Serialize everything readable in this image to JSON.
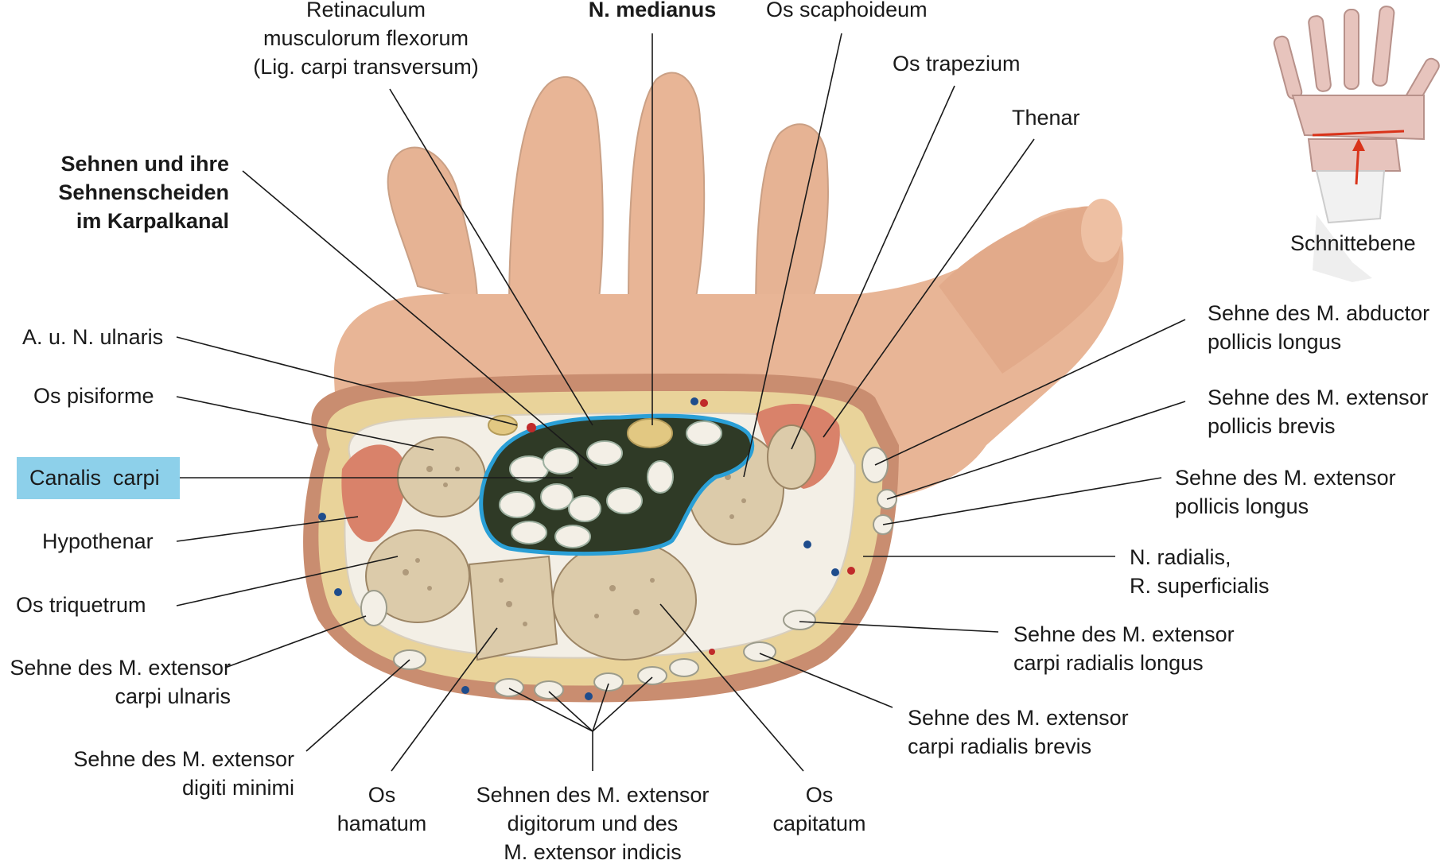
{
  "labels": {
    "retinaculum": "Retinaculum\nmusculorum flexorum\n(Lig. carpi transversum)",
    "n_medianus": "N. medianus",
    "os_scaphoideum": "Os scaphoideum",
    "os_trapezium": "Os trapezium",
    "thenar": "Thenar",
    "sehnen_karpalkanal": "Sehnen und ihre\nSehnenscheiden\nim Karpalkanal",
    "a_n_ulnaris": "A. u. N. ulnaris",
    "os_pisiforme": "Os pisiforme",
    "canalis_carpi": "Canalis  carpi",
    "hypothenar": "Hypothenar",
    "os_triquetrum": "Os triquetrum",
    "ext_carpi_ulnaris": "Sehne des M. extensor\ncarpi ulnaris",
    "ext_digiti_minimi": "Sehne des M. extensor\ndigiti minimi",
    "os_hamatum": "Os\nhamatum",
    "ext_digitorum": "Sehnen des M. extensor\ndigitorum und des\nM. extensor indicis",
    "os_capitatum": "Os\ncapitatum",
    "ext_carpi_rad_brevis": "Sehne des M. extensor\ncarpi radialis brevis",
    "ext_carpi_rad_longus": "Sehne des M. extensor\ncarpi radialis longus",
    "n_radialis": "N. radialis,\nR. superficialis",
    "ext_pollicis_longus": "Sehne des M. extensor\npollicis longus",
    "ext_pollicis_brevis": "Sehne des M. extensor\npollicis brevis",
    "abd_pollicis_longus": "Sehne des M. abductor\npollicis longus",
    "schnittebene": "Schnittebene"
  },
  "colors": {
    "skin": "#e8b596",
    "skin_shadow": "#c98d70",
    "fat": "#e9d39a",
    "bone": "#dccbaa",
    "bone_spongy": "#8b7355",
    "canal_outline": "#2a9fd6",
    "tendon_sheath": "#2f3a26",
    "muscle": "#d9826a",
    "highlight": "#8dd0ea",
    "cut_line": "#d9331a"
  }
}
